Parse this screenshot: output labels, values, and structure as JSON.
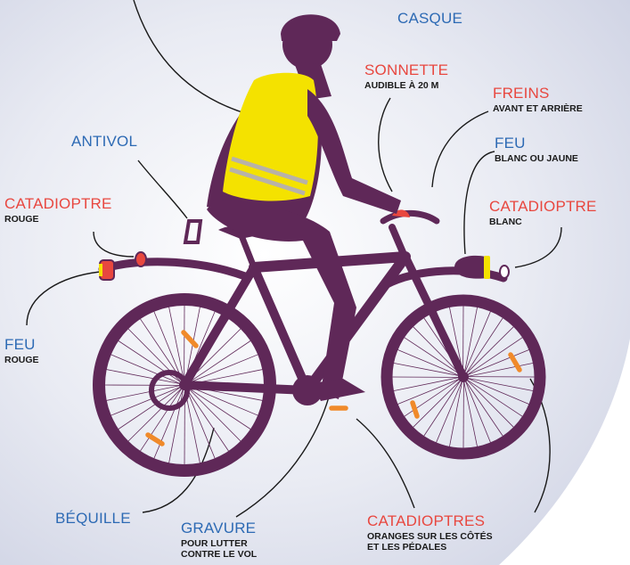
{
  "colors": {
    "bike": "#5f2858",
    "vest": "#f4e200",
    "reflector_orange": "#f08a2a",
    "label_blue": "#2d6ab4",
    "label_red": "#e8473f",
    "background": "#dfe2ee"
  },
  "labels": {
    "casque": {
      "title": "CASQUE"
    },
    "sonnette": {
      "title": "SONNETTE",
      "sub": "AUDIBLE À 20 M"
    },
    "freins": {
      "title": "FREINS",
      "sub": "AVANT ET ARRIÈRE"
    },
    "feu_avant": {
      "title": "FEU",
      "sub": "BLANC OU JAUNE"
    },
    "catadioptre_avant": {
      "title": "CATADIOPTRE",
      "sub": "BLANC"
    },
    "antivol": {
      "title": "ANTIVOL"
    },
    "catadioptre_arriere": {
      "title": "CATADIOPTRE",
      "sub": "ROUGE"
    },
    "feu_arriere": {
      "title": "FEU",
      "sub": "ROUGE"
    },
    "bequille": {
      "title": "BÉQUILLE"
    },
    "gravure": {
      "title": "GRAVURE",
      "sub1": "POUR LUTTER",
      "sub2": "CONTRE LE VOL"
    },
    "catadioptres": {
      "title": "CATADIOPTRES",
      "sub1": "ORANGES SUR LES CÔTÉS",
      "sub2": "ET LES PÉDALES"
    }
  }
}
